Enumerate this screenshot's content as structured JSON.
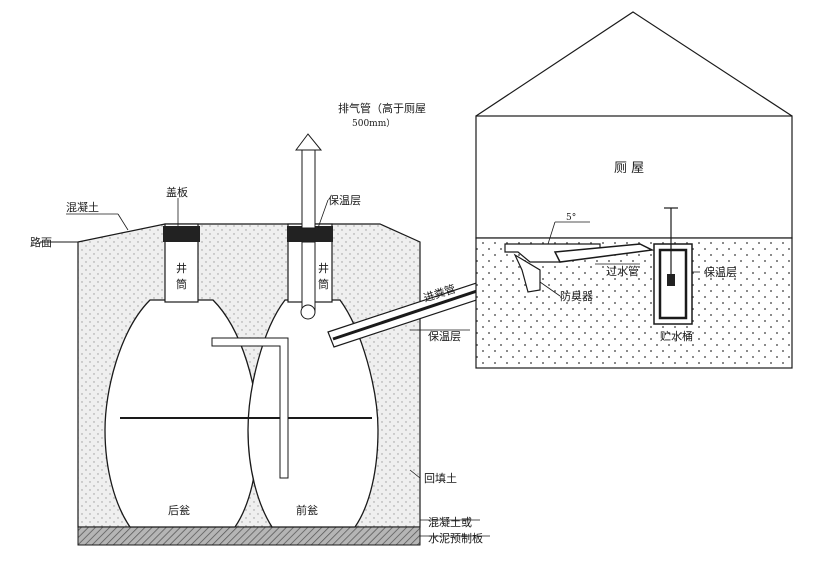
{
  "labels": {
    "vent_pipe": "排气管（高于厕屋",
    "vent_height": "500mm）",
    "cover_plate": "盖板",
    "concrete": "混凝土",
    "road_surface": "路面",
    "insulation_top": "保温层",
    "shaft_1": "井",
    "shaft_2": "筒",
    "shaft_b1": "井",
    "shaft_b2": "筒",
    "rear_urn": "后瓮",
    "front_urn": "前瓮",
    "inlet_pipe": "进粪管",
    "insulation_pipe": "保温层",
    "backfill": "回填土",
    "base_1": "混凝土或",
    "base_2": "水泥预制板",
    "toilet_house": "厕 屋",
    "angle": "5°",
    "trap_pipe": "过水管",
    "odor_trap": "防臭器",
    "insulation_house": "保温层",
    "water_trap": "贮水桶"
  },
  "colors": {
    "line": "#1a1a1a",
    "soil_fill": "#e9e9e9",
    "soil_dot": "#8a8a8a",
    "shaft_cap": "#222222",
    "base_slab": "#7a7a7a"
  }
}
